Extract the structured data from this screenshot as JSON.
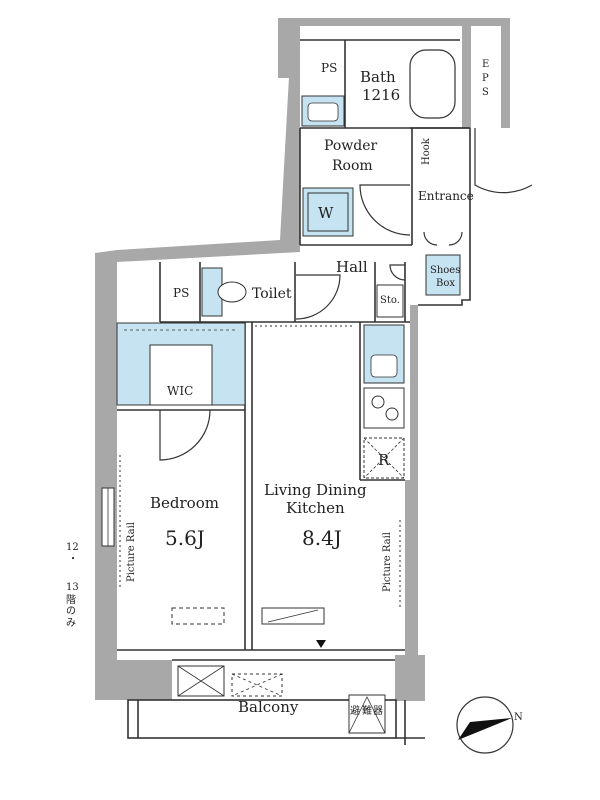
{
  "rooms": {
    "ps_top": "PS",
    "bath_line1": "Bath",
    "bath_line2": "1216",
    "eps_line1": "E",
    "eps_line2": "P",
    "eps_line3": "S",
    "powder_line1": "Powder",
    "powder_line2": "Room",
    "hook": "Hook",
    "entrance": "Entrance",
    "washer": "W",
    "hall": "Hall",
    "shoes_line1": "Shoes",
    "shoes_line2": "Box",
    "sto": "Sto.",
    "ps_left": "PS",
    "toilet": "Toilet",
    "wic": "WIC",
    "refrigerator": "R",
    "bedroom": "Bedroom",
    "bedroom_size": "5.6J",
    "ldk_line1": "Living Dining",
    "ldk_line2": "Kitchen",
    "ldk_size": "8.4J",
    "picture_rail_left": "Picture Rail",
    "picture_rail_right": "Picture Rail",
    "balcony": "Balcony",
    "evac_line1": "避",
    "evac_line2": "難",
    "evac_line3": "器",
    "floor_note_line1": "12",
    "floor_note_line2": "・",
    "floor_note_line3": "13",
    "floor_note_line4": "階",
    "floor_note_line5": "の",
    "floor_note_line6": "み"
  },
  "compass": {
    "label": "N"
  },
  "colors": {
    "wall": "#a8a8a8",
    "fixture_blue": "#c6e3f2",
    "line": "#333333"
  }
}
